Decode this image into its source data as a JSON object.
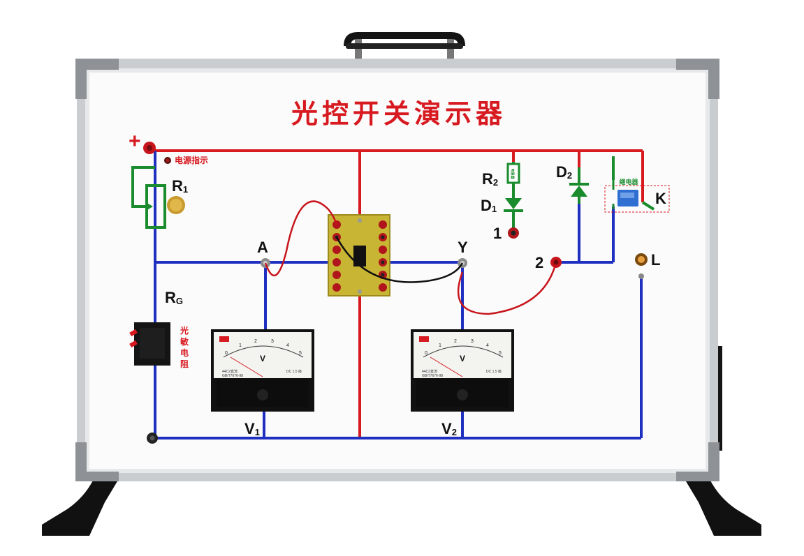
{
  "board": {
    "title": "光控开关演示器",
    "power_indicator": "电源指示",
    "photoresistor": "光敏电阻",
    "relay": "继电器",
    "resistor_r2_body": "电阻器"
  },
  "labels": {
    "plus": "+",
    "r1_main": "R",
    "r1_sub": "1",
    "rg_main": "R",
    "rg_sub": "G",
    "r2_main": "R",
    "r2_sub": "2",
    "d1_main": "D",
    "d1_sub": "1",
    "d2_main": "D",
    "d2_sub": "2",
    "v1_main": "V",
    "v1_sub": "1",
    "v2_main": "V",
    "v2_sub": "2",
    "a": "A",
    "y": "Y",
    "k": "K",
    "l": "L",
    "terminal_1": "1",
    "terminal_2": "2"
  },
  "meters": [
    {
      "unit": "V",
      "scale": [
        "0",
        "1",
        "2",
        "3",
        "4",
        "5"
      ],
      "model": "44C2直流",
      "standard": "GB/T7676-98",
      "class": "DC 1.5 级"
    },
    {
      "unit": "V",
      "scale": [
        "0",
        "1",
        "2",
        "3",
        "4",
        "5"
      ],
      "model": "44C2直流",
      "standard": "GB/T7676-98",
      "class": "DC 1.5 级"
    }
  ],
  "colors": {
    "wire_red": "#d71920",
    "wire_blue": "#1f2fbf",
    "wire_green": "#1a8c2e",
    "frame": "#bfc3c6",
    "corner": "#8e9296",
    "pcb": "#c9b534",
    "stand": "#111111"
  }
}
